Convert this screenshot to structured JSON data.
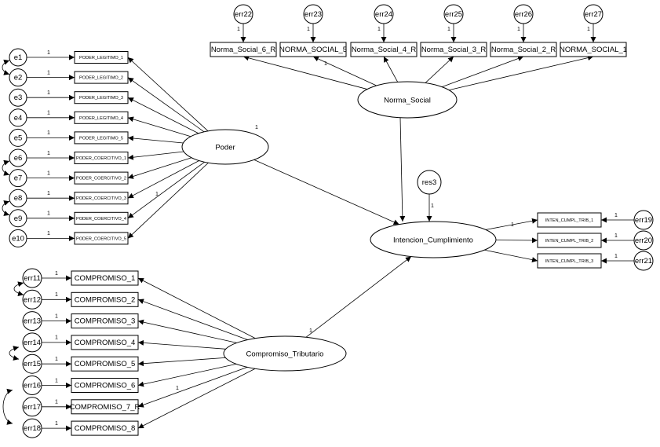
{
  "latent": {
    "poder": "Poder",
    "norma": "Norma_Social",
    "comp": "Compromiso_Tributario",
    "int": "Intencion_Cumplimiento"
  },
  "residual": "res3",
  "poder_items": [
    {
      "label": "PODER_LEGITIMO_1",
      "error": "e1"
    },
    {
      "label": "PODER_LEGITIMO_2",
      "error": "e2"
    },
    {
      "label": "PODER_LEGITIMO_3",
      "error": "e3"
    },
    {
      "label": "PODER_LEGITIMO_4",
      "error": "e4"
    },
    {
      "label": "PODER_LEGITIMO_5",
      "error": "e5"
    },
    {
      "label": "PODER_COERCITIVO_1",
      "error": "e6"
    },
    {
      "label": "PODER_COERCITIVO_2",
      "error": "e7"
    },
    {
      "label": "PODER_COERCITIVO_3",
      "error": "e8"
    },
    {
      "label": "PODER_COERCITIVO_4",
      "error": "e9"
    },
    {
      "label": "PODER_COERCITIVO_5",
      "error": "e10"
    }
  ],
  "norma_items": [
    {
      "label": "Norma_Social_6_R",
      "error": "err22"
    },
    {
      "label": "NORMA_SOCIAL_5",
      "error": "err23"
    },
    {
      "label": "Norma_Social_4_R",
      "error": "err24"
    },
    {
      "label": "Norma_Social_3_R",
      "error": "err25"
    },
    {
      "label": "Norma_Social_2_R",
      "error": "err26"
    },
    {
      "label": "NORMA_SOCIAL_1",
      "error": "err27"
    }
  ],
  "comp_items": [
    {
      "label": "COMPROMISO_1",
      "error": "err11"
    },
    {
      "label": "COMPROMISO_2",
      "error": "err12"
    },
    {
      "label": "COMPROMISO_3",
      "error": "err13"
    },
    {
      "label": "COMPROMISO_4",
      "error": "err14"
    },
    {
      "label": "COMPROMISO_5",
      "error": "err15"
    },
    {
      "label": "COMPROMISO_6",
      "error": "err16"
    },
    {
      "label": "COMPROMISO_7_R",
      "error": "err17"
    },
    {
      "label": "COMPROMISO_8",
      "error": "err18"
    }
  ],
  "int_items": [
    {
      "label": "INTEN_CUMPL_TRIB_1",
      "error": "err19"
    },
    {
      "label": "INTEN_CUMPL_TRIB_2",
      "error": "err20"
    },
    {
      "label": "INTEN_CUMPL_TRIB_3",
      "error": "err21"
    }
  ],
  "weight": "1",
  "colors": {
    "line": "#000000",
    "highlight": "#3333cc",
    "small_text": "#3a1a6a"
  }
}
